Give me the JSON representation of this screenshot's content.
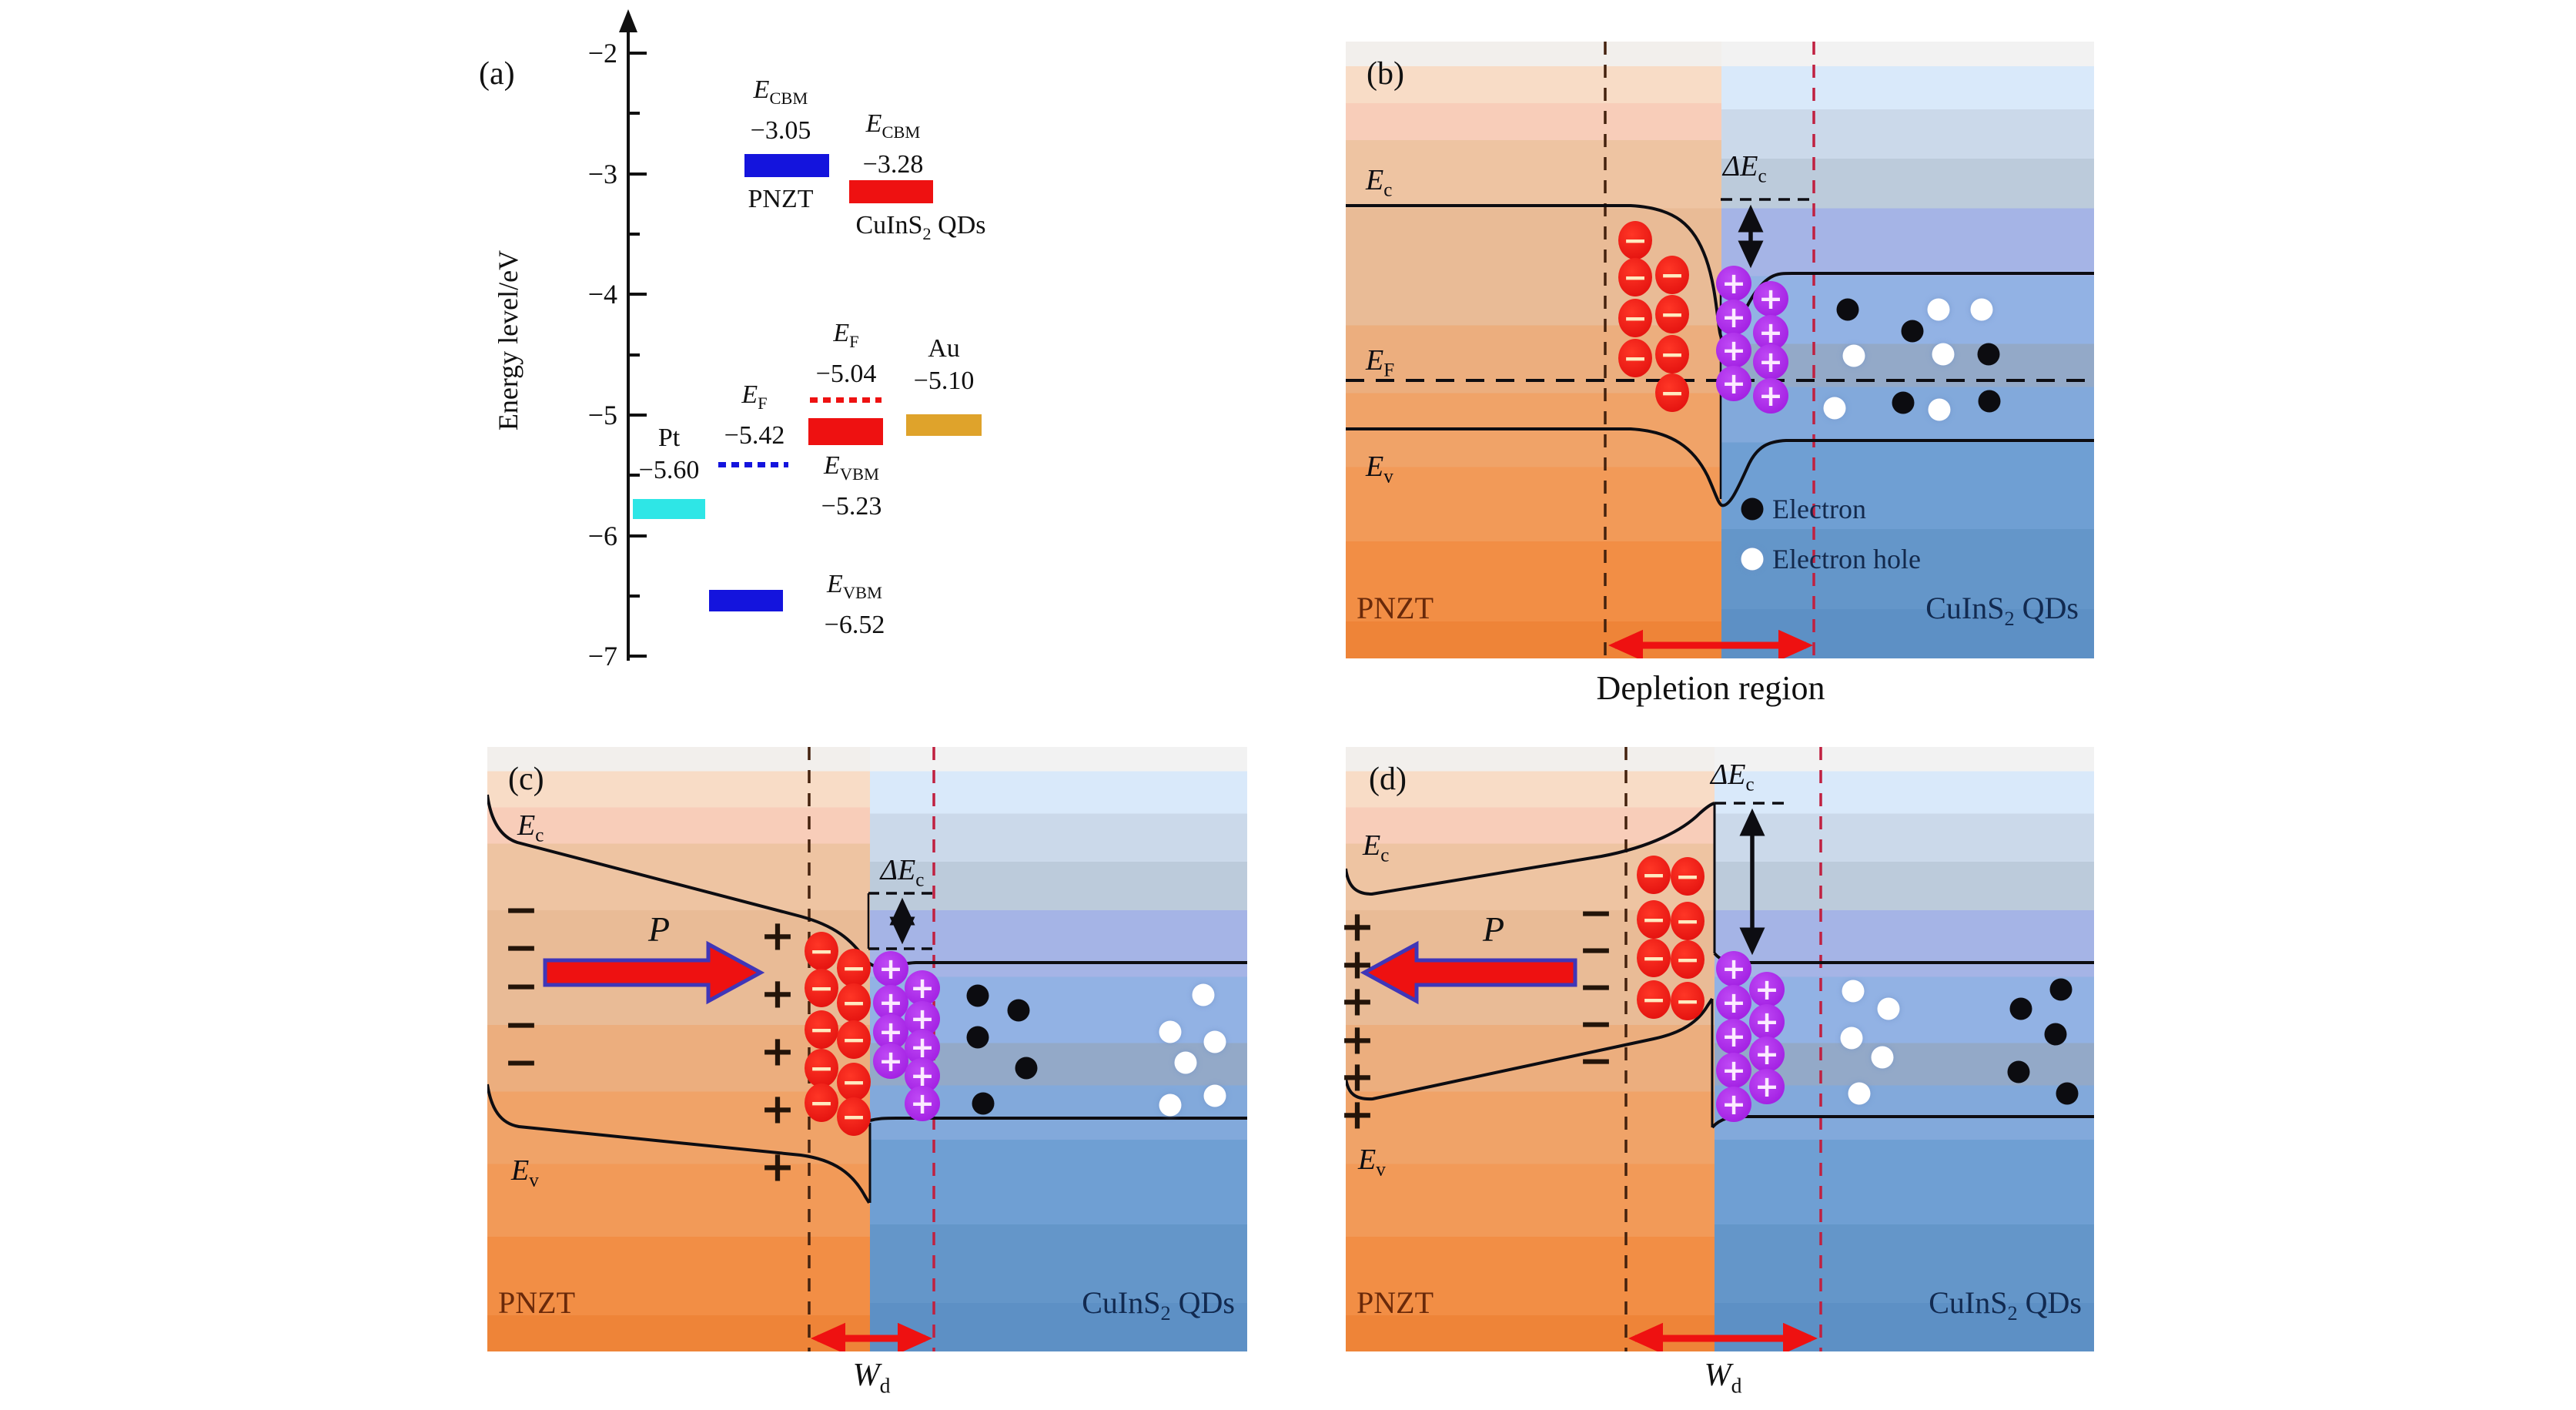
{
  "figure": {
    "kind": "energy band diagram figure",
    "panels": [
      "(a)",
      "(b)",
      "(c)",
      "(d)"
    ]
  },
  "symbols": {
    "minus": "−",
    "plus": "+",
    "minus_charge": "−",
    "plus_charge": "+"
  },
  "colors": {
    "pnzt_bar": "#1414dd",
    "cis_bar": "#ee1111",
    "pt_bar": "#2ee6e6",
    "au_bar": "#dfa32b",
    "donor": "#dd0a0a",
    "acceptor": "#9a14dd",
    "electron": "#0c0c10",
    "hole": "#ffffff",
    "depletion_arrow": "#ee1111",
    "dashed_left": "#44220e",
    "dashed_right": "#c02040",
    "orange_region_bottom": "#ee8438",
    "blue_region_bottom": "#5d90c5"
  },
  "chart_data": {
    "type": "bar",
    "title": "(a) Energy level alignment",
    "ylabel": "Energy level/eV",
    "ylim": [
      -7,
      -2
    ],
    "yticks": [
      -2,
      -3,
      -4,
      -5,
      -6,
      -7
    ],
    "levels": [
      {
        "material": "Pt",
        "kind": "work function",
        "label": "Pt",
        "energy_eV": -5.6,
        "color": "#2ee6e6",
        "style": "bar"
      },
      {
        "material": "PNZT",
        "kind": "CBM",
        "label": "E_CBM",
        "energy_eV": -3.05,
        "color": "#1414dd",
        "style": "bar"
      },
      {
        "material": "PNZT",
        "kind": "Fermi",
        "label": "E_F",
        "energy_eV": -5.42,
        "color": "#1414dd",
        "style": "dotted"
      },
      {
        "material": "PNZT",
        "kind": "VBM",
        "label": "E_VBM",
        "energy_eV": -6.52,
        "color": "#1414dd",
        "style": "bar"
      },
      {
        "material": "CuInS2 QDs",
        "kind": "CBM",
        "label": "E_CBM",
        "energy_eV": -3.28,
        "color": "#ee1111",
        "style": "bar"
      },
      {
        "material": "CuInS2 QDs",
        "kind": "Fermi",
        "label": "E_F",
        "energy_eV": -5.04,
        "color": "#ee1111",
        "style": "dotted"
      },
      {
        "material": "CuInS2 QDs",
        "kind": "VBM",
        "label": "E_VBM",
        "energy_eV": -5.23,
        "color": "#ee1111",
        "style": "bar"
      },
      {
        "material": "Au",
        "kind": "work function",
        "label": "Au",
        "energy_eV": -5.1,
        "color": "#dfa32b",
        "style": "bar"
      }
    ]
  },
  "panel_a": {
    "label": "(a)",
    "ylabel": "Energy level/eV",
    "yticks": [
      "−2",
      "−3",
      "−4",
      "−5",
      "−6",
      "−7"
    ],
    "pnzt_cbm": {
      "sym": "E",
      "sub": "CBM",
      "value": "−3.05"
    },
    "pnzt_name": "PNZT",
    "cis_cbm": {
      "sym": "E",
      "sub": "CBM",
      "value": "−3.28"
    },
    "cis_name": {
      "pre": "CuInS",
      "sub": "2",
      "post": " QDs"
    },
    "pt": {
      "name": "Pt",
      "value": "−5.60"
    },
    "ef_pnzt": {
      "sym": "E",
      "sub": "F",
      "value": "−5.42"
    },
    "ef_cis": {
      "sym": "E",
      "sub": "F",
      "value": "−5.04"
    },
    "vbm_cis": {
      "sym": "E",
      "sub": "VBM",
      "value": "−5.23"
    },
    "au": {
      "name": "Au",
      "value": "−5.10"
    },
    "vbm_pnzt": {
      "sym": "E",
      "sub": "VBM",
      "value": "−6.52"
    }
  },
  "panel_b": {
    "label": "(b)",
    "ec": {
      "sym": "E",
      "sub": "c"
    },
    "ef": {
      "sym": "E",
      "sub": "F"
    },
    "ev": {
      "sym": "E",
      "sub": "v"
    },
    "dec": {
      "sym": "ΔE",
      "sub": "c"
    },
    "legend": {
      "electron": "Electron",
      "hole": "Electron hole"
    },
    "pnzt": "PNZT",
    "cis": {
      "pre": "CuInS",
      "sub": "2",
      "post": " QDs"
    },
    "depletion": "Depletion region",
    "donors": [
      [
        2124,
        312
      ],
      [
        2124,
        360
      ],
      [
        2124,
        413
      ],
      [
        2124,
        465
      ],
      [
        2172,
        357
      ],
      [
        2172,
        408
      ],
      [
        2172,
        460
      ],
      [
        2172,
        510
      ]
    ],
    "acceptors": [
      [
        2252,
        368
      ],
      [
        2252,
        412
      ],
      [
        2252,
        455
      ],
      [
        2252,
        498
      ],
      [
        2300,
        388
      ],
      [
        2300,
        432
      ],
      [
        2300,
        470
      ],
      [
        2300,
        514
      ]
    ],
    "electrons": [
      [
        2400,
        402
      ],
      [
        2484,
        430
      ],
      [
        2583,
        460
      ],
      [
        2472,
        523
      ],
      [
        2584,
        521
      ]
    ],
    "holes": [
      [
        2518,
        402
      ],
      [
        2574,
        402
      ],
      [
        2408,
        462
      ],
      [
        2524,
        460
      ],
      [
        2383,
        530
      ],
      [
        2519,
        532
      ]
    ]
  },
  "panel_c": {
    "label": "(c)",
    "ec": {
      "sym": "E",
      "sub": "c"
    },
    "ev": {
      "sym": "E",
      "sub": "v"
    },
    "dec": {
      "sym": "ΔE",
      "sub": "c"
    },
    "p": "P",
    "pnzt": "PNZT",
    "cis": {
      "pre": "CuInS",
      "sub": "2",
      "post": " QDs"
    },
    "wd": {
      "sym": "W",
      "sub": "d"
    },
    "minus_signs": [
      [
        677,
        1181
      ],
      [
        677,
        1230
      ],
      [
        677,
        1280
      ],
      [
        677,
        1330
      ],
      [
        677,
        1379
      ]
    ],
    "plus_signs": [
      [
        1010,
        1215
      ],
      [
        1010,
        1290
      ],
      [
        1010,
        1365
      ],
      [
        1010,
        1440
      ],
      [
        1010,
        1515
      ]
    ],
    "donors": [
      [
        1067,
        1235
      ],
      [
        1067,
        1283
      ],
      [
        1067,
        1337
      ],
      [
        1067,
        1387
      ],
      [
        1067,
        1432
      ],
      [
        1109,
        1257
      ],
      [
        1109,
        1302
      ],
      [
        1109,
        1350
      ],
      [
        1109,
        1405
      ],
      [
        1109,
        1450
      ]
    ],
    "acceptors": [
      [
        1157,
        1258
      ],
      [
        1157,
        1302
      ],
      [
        1157,
        1340
      ],
      [
        1157,
        1378
      ],
      [
        1198,
        1283
      ],
      [
        1198,
        1323
      ],
      [
        1198,
        1360
      ],
      [
        1198,
        1397
      ],
      [
        1198,
        1433
      ]
    ],
    "electrons": [
      [
        1270,
        1293
      ],
      [
        1323,
        1312
      ],
      [
        1270,
        1347
      ],
      [
        1333,
        1387
      ],
      [
        1277,
        1433
      ]
    ],
    "holes": [
      [
        1563,
        1292
      ],
      [
        1520,
        1340
      ],
      [
        1578,
        1353
      ],
      [
        1540,
        1380
      ],
      [
        1578,
        1423
      ],
      [
        1520,
        1435
      ]
    ]
  },
  "panel_d": {
    "label": "(d)",
    "ec": {
      "sym": "E",
      "sub": "c"
    },
    "ev": {
      "sym": "E",
      "sub": "v"
    },
    "dec": {
      "sym": "ΔE",
      "sub": "c"
    },
    "p": "P",
    "pnzt": "PNZT",
    "cis": {
      "pre": "CuInS",
      "sub": "2",
      "post": " QDs"
    },
    "wd": {
      "sym": "W",
      "sub": "d"
    },
    "plus_signs": [
      [
        1763,
        1203
      ],
      [
        1763,
        1252
      ],
      [
        1763,
        1300
      ],
      [
        1763,
        1350
      ],
      [
        1763,
        1398
      ],
      [
        1763,
        1447
      ]
    ],
    "minus_signs": [
      [
        2073,
        1185
      ],
      [
        2073,
        1233
      ],
      [
        2073,
        1281
      ],
      [
        2073,
        1329
      ],
      [
        2073,
        1377
      ]
    ],
    "donors": [
      [
        2148,
        1136
      ],
      [
        2148,
        1194
      ],
      [
        2148,
        1244
      ],
      [
        2148,
        1298
      ],
      [
        2192,
        1138
      ],
      [
        2192,
        1196
      ],
      [
        2192,
        1246
      ],
      [
        2192,
        1300
      ]
    ],
    "acceptors": [
      [
        2252,
        1258
      ],
      [
        2252,
        1302
      ],
      [
        2252,
        1346
      ],
      [
        2252,
        1390
      ],
      [
        2252,
        1434
      ],
      [
        2295,
        1285
      ],
      [
        2295,
        1327
      ],
      [
        2295,
        1369
      ],
      [
        2295,
        1411
      ]
    ],
    "holes": [
      [
        2407,
        1287
      ],
      [
        2453,
        1310
      ],
      [
        2405,
        1348
      ],
      [
        2445,
        1373
      ],
      [
        2415,
        1420
      ]
    ],
    "electrons": [
      [
        2677,
        1285
      ],
      [
        2625,
        1310
      ],
      [
        2670,
        1343
      ],
      [
        2622,
        1392
      ],
      [
        2685,
        1420
      ]
    ]
  }
}
